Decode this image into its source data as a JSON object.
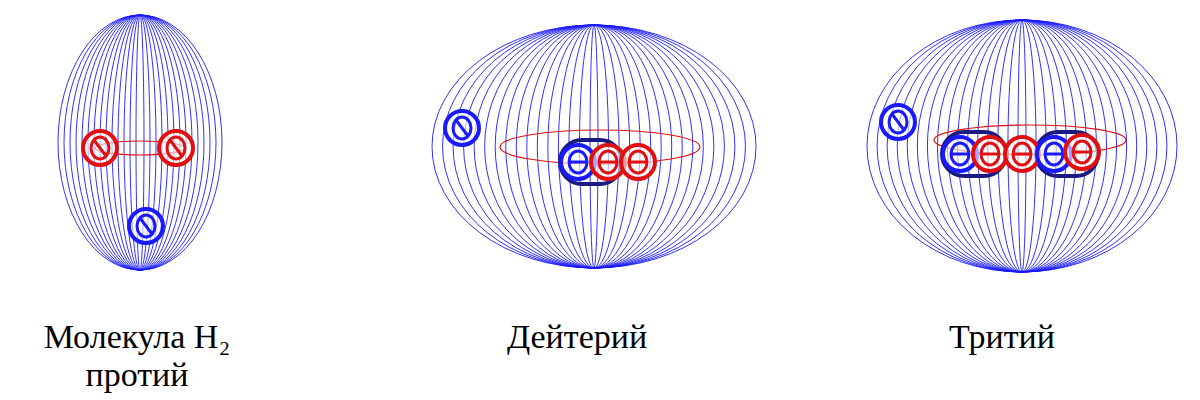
{
  "diagram": {
    "labels": [
      "Молекула H₂ протий",
      "Дейтерий",
      "Тритий"
    ]
  }
}
